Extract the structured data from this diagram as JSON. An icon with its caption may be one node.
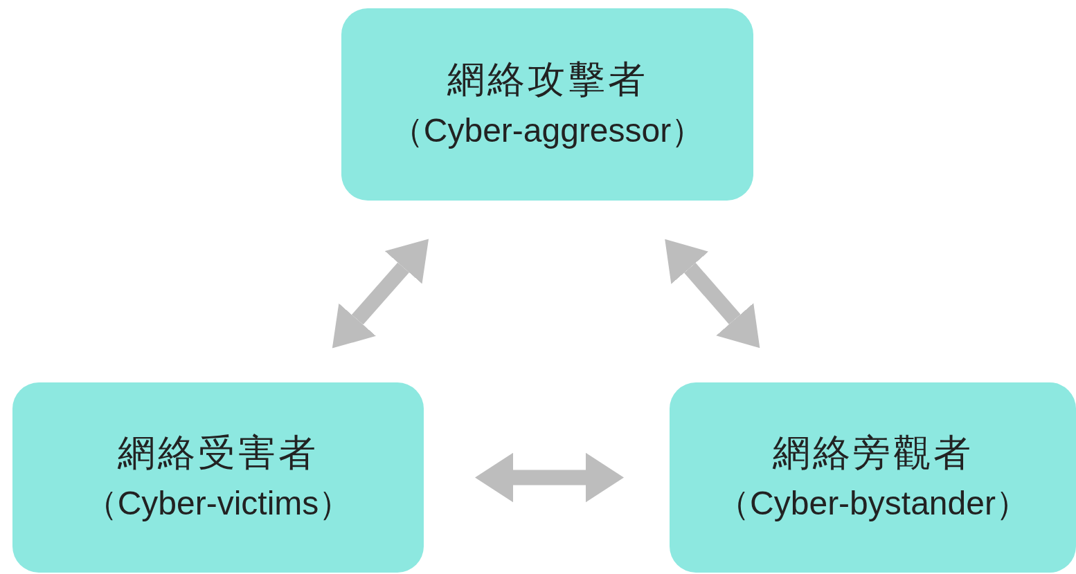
{
  "diagram": {
    "nodes": [
      {
        "text": [
          "網絡攻擊者",
          "（Cyber-aggressor）"
        ]
      },
      {
        "text": [
          "網絡受害者",
          "（Cyber-victims）"
        ]
      },
      {
        "text": [
          "網絡旁觀者",
          "（Cyber-bystander）"
        ]
      }
    ],
    "edges": [
      {
        "from": 0,
        "to": 1,
        "arrow": "both"
      },
      {
        "from": 0,
        "to": 2,
        "arrow": "both"
      },
      {
        "from": 1,
        "to": 2,
        "arrow": "both"
      }
    ]
  }
}
